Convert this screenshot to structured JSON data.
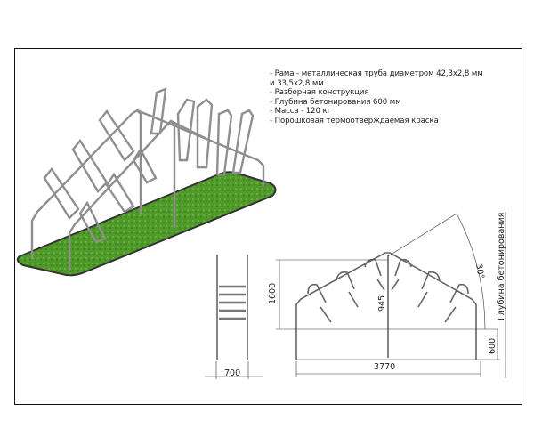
{
  "specs": [
    "- Рама - металлическая труба диаметром 42,3х2,8 мм",
    "и 33,5х2,8 мм",
    "- Разборная конструкция",
    "- Глубина бетонирования 600 мм",
    "- Масса - 120 кг",
    "- Порошковая термоотверждаемая краска"
  ],
  "dimensions": {
    "side_width": "700",
    "total_length": "3770",
    "height": "1600",
    "center_height": "945",
    "depth": "600",
    "angle": "30°",
    "depth_label": "Глубина бетонирования"
  },
  "colors": {
    "grass": "#4f9a2a",
    "metal": "#9a9a9a",
    "base": "#333333"
  }
}
